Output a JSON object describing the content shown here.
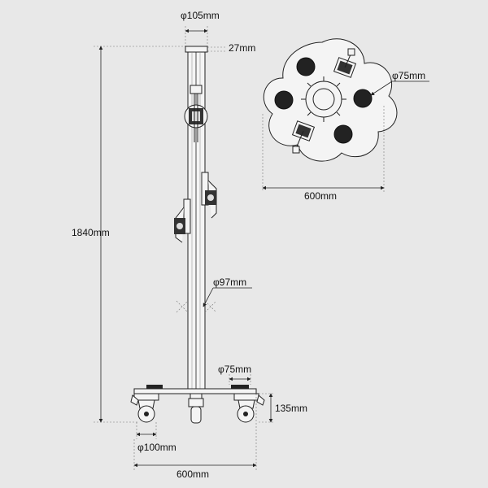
{
  "dimensions": {
    "pole_diameter": "φ105mm",
    "top_cap": "27mm",
    "height": "1840mm",
    "pole_lower_diameter": "φ97mm",
    "foot_pad_diameter": "φ75mm",
    "base_height": "135mm",
    "caster_diameter": "φ100mm",
    "base_width": "600mm",
    "top_view_width": "600mm",
    "top_view_pad_diameter": "φ75mm"
  },
  "colors": {
    "background": "#e8e8e8",
    "line": "#222222",
    "pad": "#1a1a1a"
  }
}
